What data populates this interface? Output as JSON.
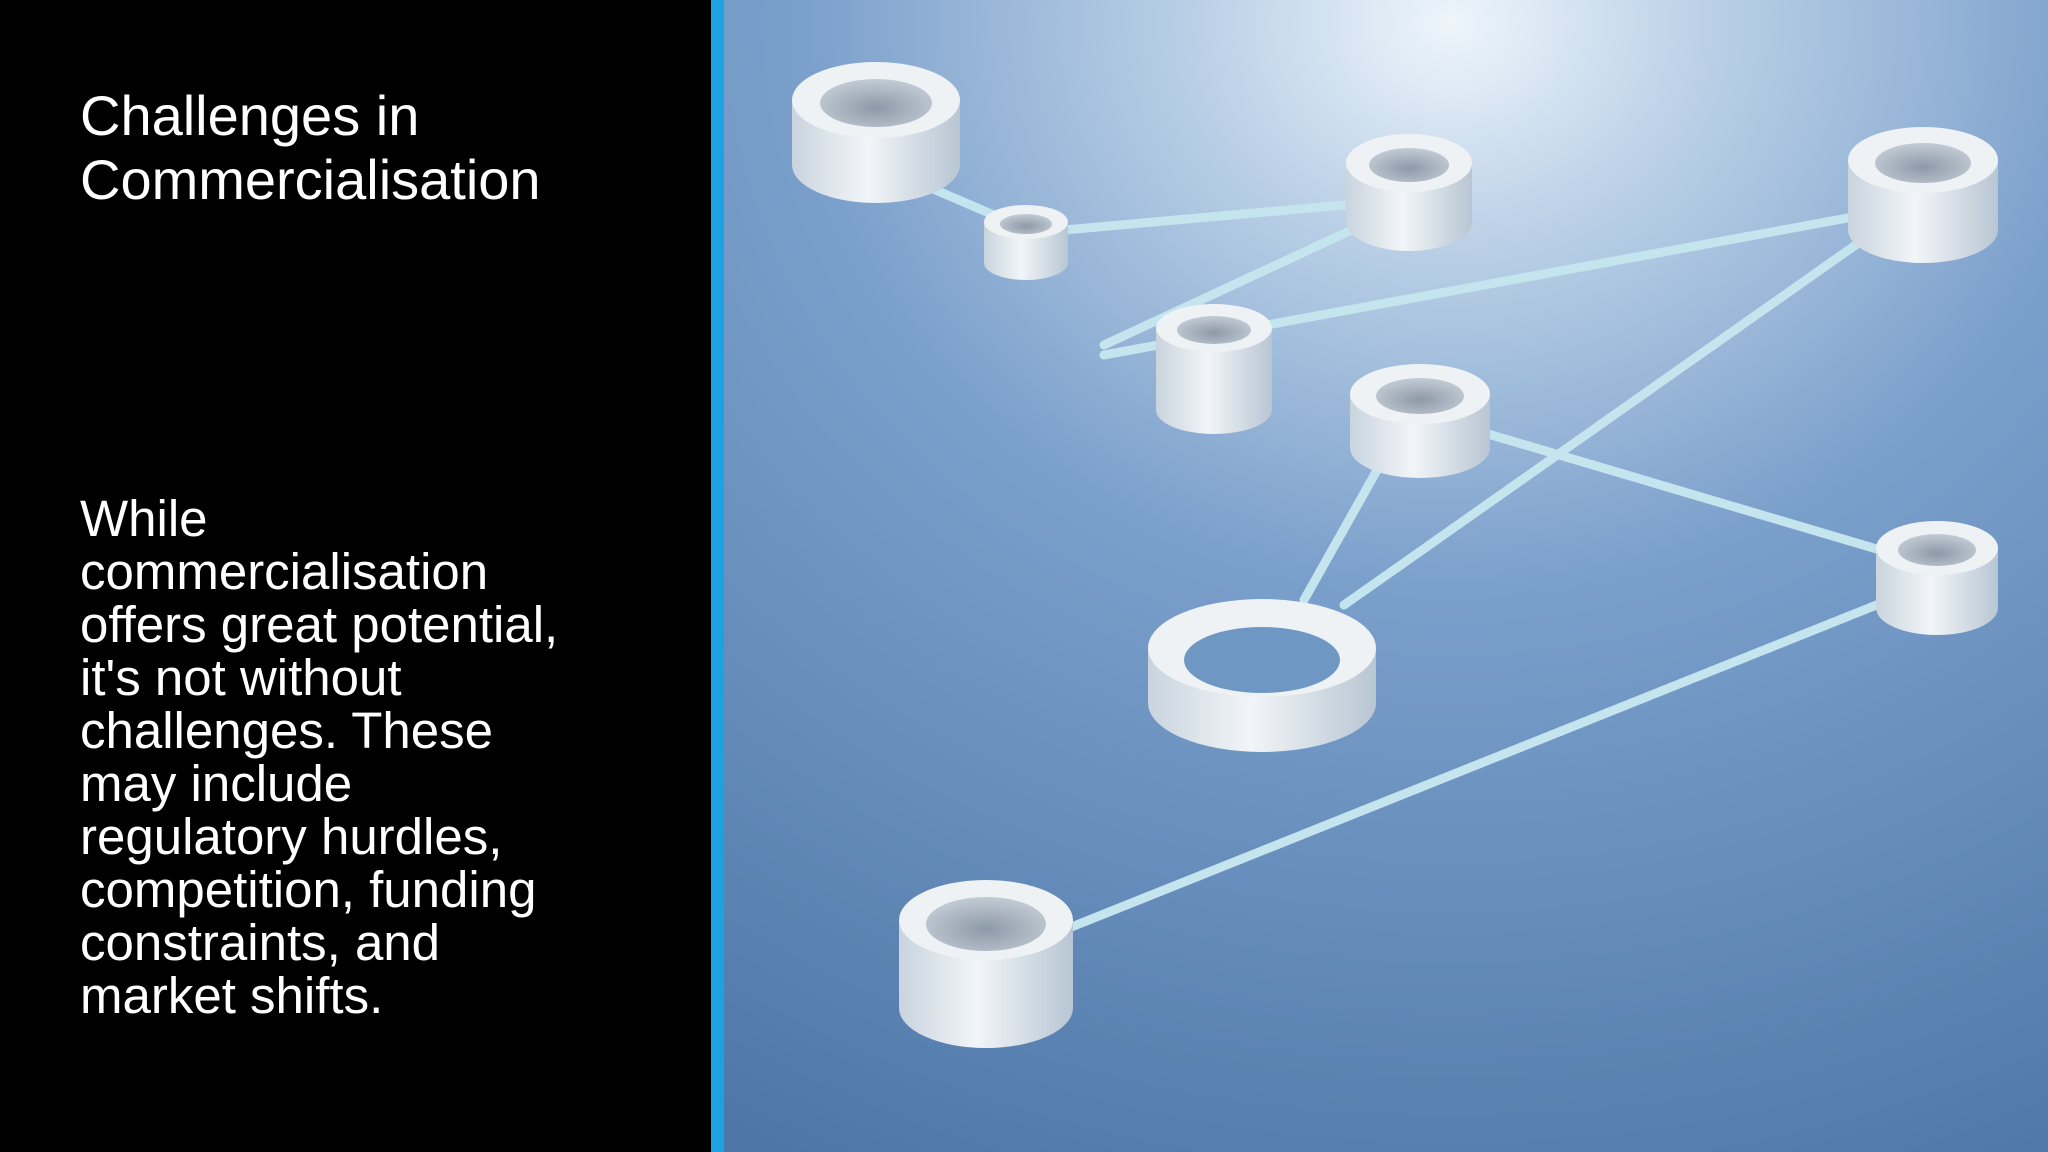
{
  "slide": {
    "title": "Challenges in\nCommercialisation",
    "body": "While\ncommercialisation\noffers great potential,\nit's not without\nchallenges. These\nmay include\nregulatory hurdles,\ncompetition, funding\nconstraints, and\nmarket shifts."
  },
  "colors": {
    "left_background": "#000000",
    "accent_bar": "#1aa3e0",
    "image_background": "#6f97c4",
    "ring_color": "#e6ebef",
    "connector_color": "#bfe3ec"
  },
  "image": {
    "icon": "network-nodes-image"
  }
}
